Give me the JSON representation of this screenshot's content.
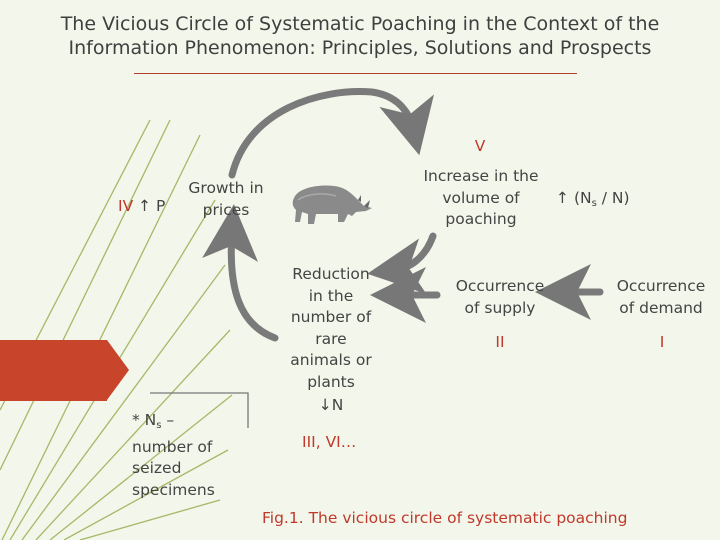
{
  "title": {
    "line1": "The Vicious Circle of Systematic Poaching in the Context of the",
    "line2": "Information Phenomenon: Principles, Solutions and Prospects"
  },
  "diagram": {
    "label_v": "V",
    "increase": [
      "Increase in the",
      "volume of",
      "poaching"
    ],
    "ratio": {
      "arrow": "↑",
      "open": "(N",
      "sub": "s",
      "close": " / N)"
    },
    "label_iv": "IV",
    "iv_p": "↑ P",
    "growth": [
      "Growth in",
      "prices"
    ],
    "reduction": [
      "Reduction",
      "in the",
      "number of",
      "rare",
      "animals or",
      "plants"
    ],
    "reduction_n": "↓N",
    "supply": [
      "Occurrence",
      "of supply"
    ],
    "label_ii": "II",
    "demand": [
      "Occurrence",
      "of demand"
    ],
    "label_i": "I",
    "label_iii_vi": "III, VI…",
    "footnote": {
      "star": "* N",
      "sub": "s",
      "rest": " –",
      "lines": [
        "number of",
        "seized",
        "specimens"
      ]
    }
  },
  "caption": "Fig.1. The vicious circle of systematic poaching",
  "colors": {
    "accent": "#c0392b",
    "arrow": "#777777",
    "corner": "#c8452c",
    "background": "#f3f6ea"
  }
}
